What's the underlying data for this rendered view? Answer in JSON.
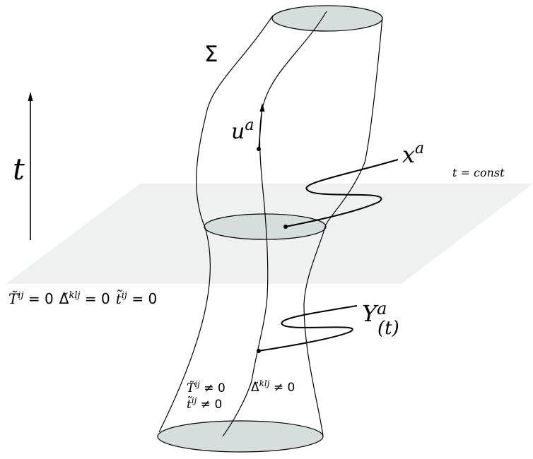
{
  "labels": {
    "sigma": "Σ",
    "time": "t",
    "velocity_u": "u",
    "velocity_sup": "a",
    "position_x": "x",
    "position_sup": "a",
    "plane_label": "t = const",
    "y_main": "Y",
    "y_sup": "a",
    "y_sub": "(t)",
    "outside_T": "T̃",
    "outside_T_sup": "ij",
    "outside_T_rel": " = 0",
    "outside_Delta": "Δ̃",
    "outside_Delta_sup": "klj",
    "outside_Delta_rel": " = 0",
    "outside_t": "t̃",
    "outside_t_sup": "ij",
    "outside_t_rel": " = 0",
    "inside_T": "T̃",
    "inside_T_sup": "ij",
    "inside_T_rel": " ≠ 0",
    "inside_t": "t̃",
    "inside_t_sup": "ij",
    "inside_t_rel": " ≠ 0",
    "inside_Delta": "Δ̃",
    "inside_Delta_sup": "klj",
    "inside_Delta_rel": " ≠ 0"
  },
  "colors": {
    "plane": "#eff1f0",
    "disk": "#d6dedd",
    "stroke": "#000000"
  }
}
